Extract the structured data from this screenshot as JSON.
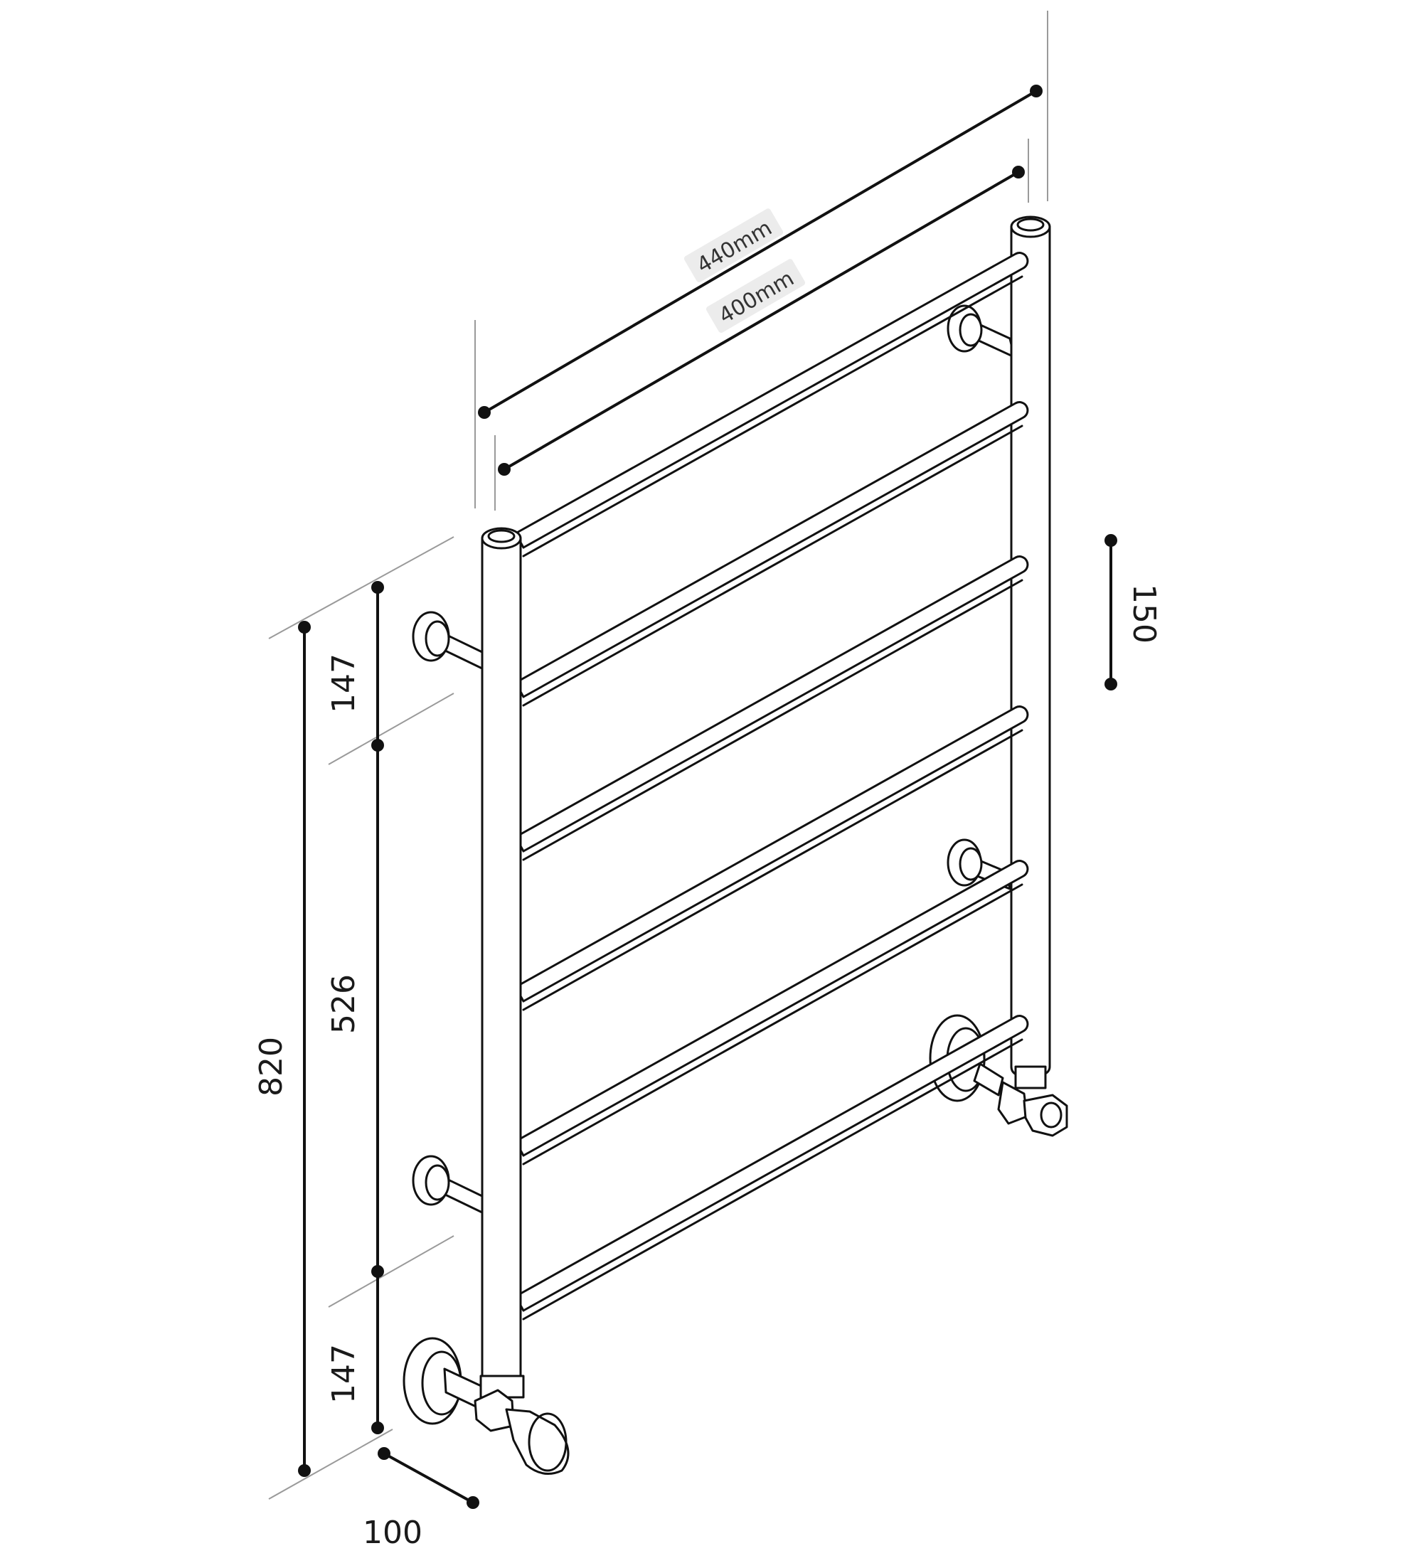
{
  "colors": {
    "line": "#111111",
    "ext": "#9a9a9a",
    "label_bg": "#ececec",
    "background": "#ffffff"
  },
  "labels": {
    "width_outer": "440mm",
    "width_inner": "400mm",
    "height_total": "820",
    "segment_top": "147",
    "segment_mid": "526",
    "segment_bottom": "147",
    "rail_spacing": "150",
    "depth": "100"
  }
}
